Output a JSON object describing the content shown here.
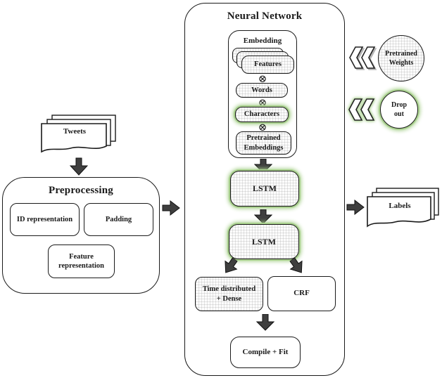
{
  "neural_network": {
    "title": "Neural Network",
    "embedding": {
      "label": "Embedding",
      "features": "Features",
      "words": "Words",
      "characters": "Characters",
      "pretrained_embeddings": "Pretrained Embeddings",
      "otimes": "⊗"
    },
    "lstm1": "LSTM",
    "lstm2": "LSTM",
    "time_distributed": "Time distributed + Dense",
    "crf": "CRF",
    "compile_fit": "Compile + Fit"
  },
  "left_flow": {
    "tweets": "Tweets",
    "preprocessing": {
      "title": "Preprocessing",
      "id_representation": "ID representation",
      "padding": "Padding",
      "feature_representation": "Feature representation"
    }
  },
  "right_flow": {
    "pretrained_weights": "Pretrained Weights",
    "dropout": "Drop out",
    "labels": "Labels"
  },
  "colors": {
    "green": "#a8d08d",
    "arrow": "#3f3f3f",
    "line": "#1a1a1a"
  }
}
